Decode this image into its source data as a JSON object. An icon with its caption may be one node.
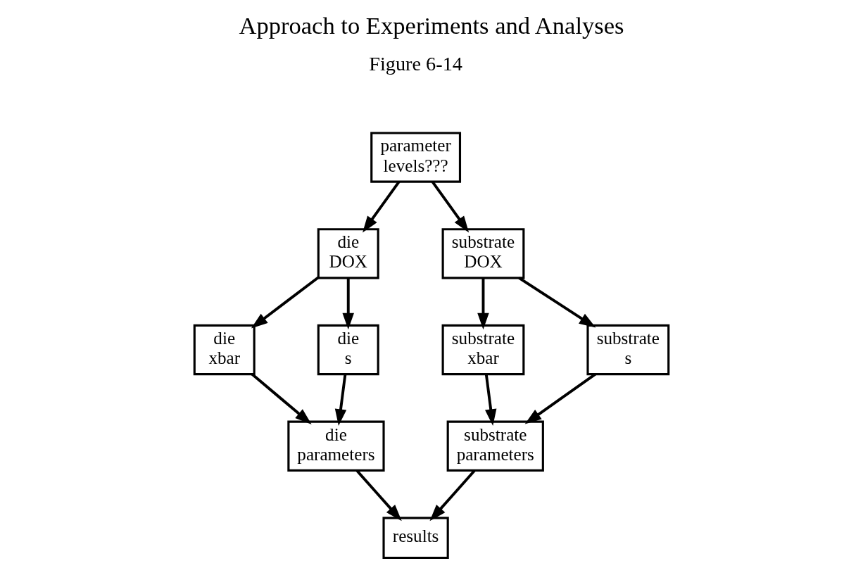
{
  "diagram": {
    "title": "Approach to Experiments and Analyses",
    "nodes": [
      {
        "text": [
          "parameter levels???"
        ]
      },
      {
        "text": [
          "die DOX"
        ]
      },
      {
        "text": [
          "substrate DOX"
        ]
      },
      {
        "text": [
          "die xbar"
        ]
      },
      {
        "text": [
          "die s"
        ]
      },
      {
        "text": [
          "substrate xbar"
        ]
      },
      {
        "text": [
          "substrate s"
        ]
      },
      {
        "text": [
          "die parameters"
        ]
      },
      {
        "text": [
          "substrate parameters"
        ]
      },
      {
        "text": [
          "results"
        ]
      }
    ],
    "edges": [
      {
        "from": 0,
        "to": 1,
        "arrow": "to"
      },
      {
        "from": 0,
        "to": 2,
        "arrow": "to"
      },
      {
        "from": 1,
        "to": 3,
        "arrow": "to"
      },
      {
        "from": 1,
        "to": 4,
        "arrow": "to"
      },
      {
        "from": 2,
        "to": 5,
        "arrow": "to"
      },
      {
        "from": 2,
        "to": 6,
        "arrow": "to"
      },
      {
        "from": 3,
        "to": 7,
        "arrow": "to"
      },
      {
        "from": 4,
        "to": 7,
        "arrow": "to"
      },
      {
        "from": 5,
        "to": 8,
        "arrow": "to"
      },
      {
        "from": 6,
        "to": 8,
        "arrow": "to"
      },
      {
        "from": 7,
        "to": 9,
        "arrow": "to"
      },
      {
        "from": 8,
        "to": 9,
        "arrow": "to"
      }
    ],
    "labels": [
      "Figure 6-14"
    ]
  }
}
